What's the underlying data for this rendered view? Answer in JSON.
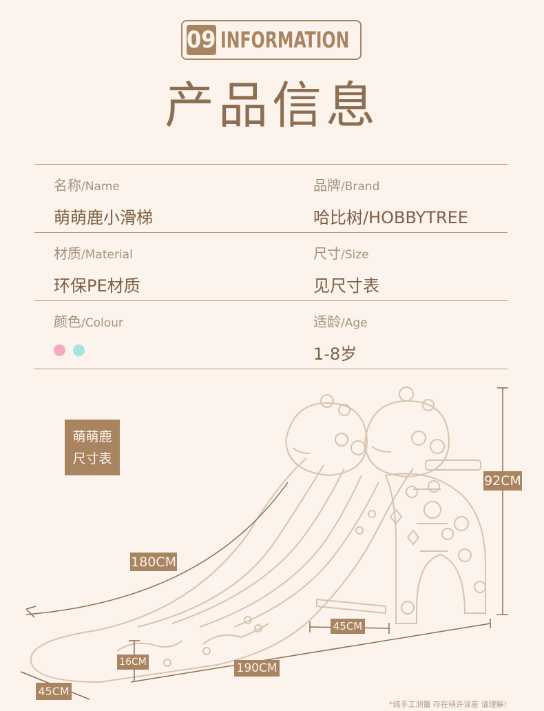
{
  "header": {
    "number": "09",
    "title": "INFORMATION"
  },
  "page_title": "产品信息",
  "specs": [
    {
      "label_cn": "名称",
      "label_en": "/Name",
      "value": "萌萌鹿小滑梯"
    },
    {
      "label_cn": "品牌",
      "label_en": "/Brand",
      "value": "哈比树/HOBBYTREE"
    },
    {
      "label_cn": "材质",
      "label_en": "/Material",
      "value": "环保PE材质"
    },
    {
      "label_cn": "尺寸",
      "label_en": "/Size",
      "value": "见尺寸表"
    },
    {
      "label_cn": "颜色",
      "label_en": "/Colour",
      "colors": [
        "#f6a9c3",
        "#a5e4e1"
      ]
    },
    {
      "label_cn": "适龄",
      "label_en": "/Age",
      "value": "1-8岁"
    }
  ],
  "size_chart": {
    "line1": "萌萌鹿",
    "line2": "尺寸表",
    "dims": {
      "height": "92CM",
      "slide_length": "180CM",
      "base_width": "45CM",
      "total_length": "190CM",
      "end_height": "16CM",
      "front_width": "45CM"
    }
  },
  "footnote": "*纯手工测量 存在稍许误差 请理解!",
  "colors": {
    "accent": "#a98461",
    "background": "#fbf3ec",
    "outline": "#d9c3ad"
  }
}
